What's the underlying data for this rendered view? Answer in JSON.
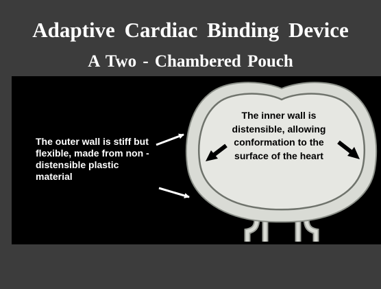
{
  "slide": {
    "title": "Adaptive Cardiac Binding Device",
    "subtitle": "A Two - Chambered Pouch"
  },
  "diagram": {
    "outer_wall_label": "The outer wall is stiff but flexible, made from non - distensible plastic material",
    "inner_wall_label": "The inner wall is distensible, allowing conformation to the surface of the heart"
  },
  "colors": {
    "background": "#3c3c3c",
    "panel": "#000000",
    "pouch_fill": "#d9dbd5",
    "pouch_stroke": "#8b8f88",
    "text_light": "#ffffff",
    "text_dark": "#000000"
  }
}
